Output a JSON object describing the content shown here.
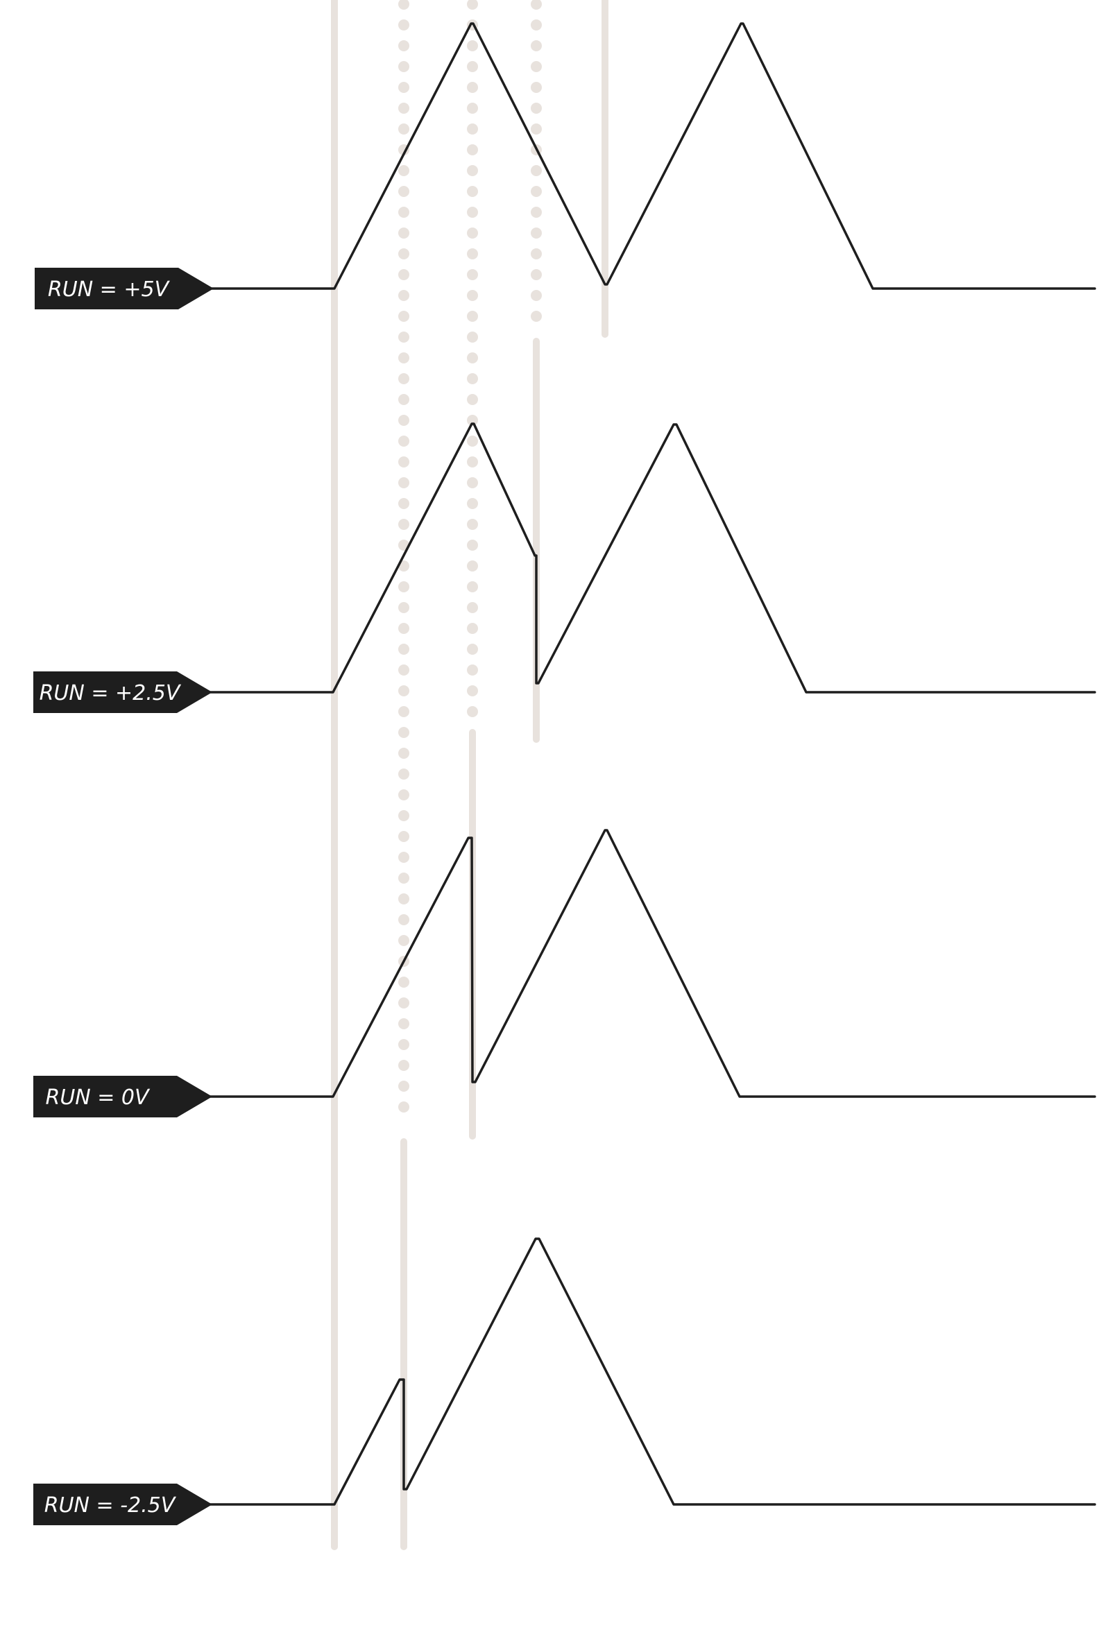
{
  "colors": {
    "background": "#ffffff",
    "waveform": "#1e1e1e",
    "guide": "#e8e2dd",
    "tag_fill": "#1e1e1e",
    "tag_text": "#ffffff"
  },
  "rows": [
    {
      "label": "RUN = +5V"
    },
    {
      "label": "RUN = +2.5V"
    },
    {
      "label": "RUN = 0V"
    },
    {
      "label": "RUN = -2.5V"
    }
  ]
}
